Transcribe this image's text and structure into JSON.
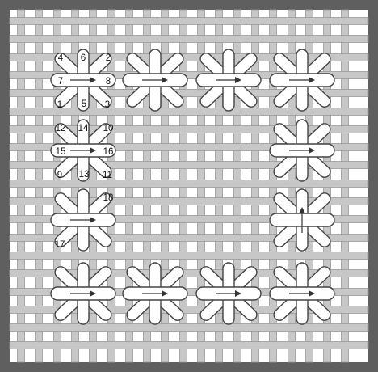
{
  "colors": {
    "frame": "#5f5f5f",
    "canvas": "#ffffff",
    "thread_fill": "#c7c7c7",
    "thread_line": "#9a9a9a",
    "stitch_fill": "#ffffff",
    "stitch_line": "#444444",
    "arrow": "#333333",
    "label": "#111111"
  },
  "stitch_positions": [
    {
      "id": "stitch-0-0",
      "col": 0,
      "row": 0,
      "arrow": "right"
    },
    {
      "id": "stitch-1-0",
      "col": 1,
      "row": 0,
      "arrow": "right"
    },
    {
      "id": "stitch-2-0",
      "col": 2,
      "row": 0,
      "arrow": "right"
    },
    {
      "id": "stitch-3-0",
      "col": 3,
      "row": 0,
      "arrow": "right"
    },
    {
      "id": "stitch-0-1",
      "col": 0,
      "row": 1,
      "arrow": "right"
    },
    {
      "id": "stitch-3-1",
      "col": 3,
      "row": 1,
      "arrow": "right"
    },
    {
      "id": "stitch-0-2",
      "col": 0,
      "row": 2,
      "arrow": "right"
    },
    {
      "id": "stitch-3-2",
      "col": 3,
      "row": 2,
      "arrow": "up"
    },
    {
      "id": "stitch-0-3",
      "col": 0,
      "row": 3,
      "arrow": "right"
    },
    {
      "id": "stitch-1-3",
      "col": 1,
      "row": 3,
      "arrow": "right"
    },
    {
      "id": "stitch-2-3",
      "col": 2,
      "row": 3,
      "arrow": "right"
    },
    {
      "id": "stitch-3-3",
      "col": 3,
      "row": 3,
      "arrow": "right"
    }
  ],
  "labels": [
    {
      "text": "4",
      "stitch": "stitch-0-0",
      "pos": "tl"
    },
    {
      "text": "6",
      "stitch": "stitch-0-0",
      "pos": "tc"
    },
    {
      "text": "2",
      "stitch": "stitch-0-0",
      "pos": "tr"
    },
    {
      "text": "7",
      "stitch": "stitch-0-0",
      "pos": "ml"
    },
    {
      "text": "8",
      "stitch": "stitch-0-0",
      "pos": "mr"
    },
    {
      "text": "1",
      "stitch": "stitch-0-0",
      "pos": "bl"
    },
    {
      "text": "5",
      "stitch": "stitch-0-0",
      "pos": "bc"
    },
    {
      "text": "3",
      "stitch": "stitch-0-0",
      "pos": "br"
    },
    {
      "text": "12",
      "stitch": "stitch-0-1",
      "pos": "tl"
    },
    {
      "text": "14",
      "stitch": "stitch-0-1",
      "pos": "tc"
    },
    {
      "text": "10",
      "stitch": "stitch-0-1",
      "pos": "tr"
    },
    {
      "text": "15",
      "stitch": "stitch-0-1",
      "pos": "ml"
    },
    {
      "text": "16",
      "stitch": "stitch-0-1",
      "pos": "mr"
    },
    {
      "text": "9",
      "stitch": "stitch-0-1",
      "pos": "bl"
    },
    {
      "text": "13",
      "stitch": "stitch-0-1",
      "pos": "bc"
    },
    {
      "text": "11",
      "stitch": "stitch-0-1",
      "pos": "br"
    },
    {
      "text": "18",
      "stitch": "stitch-0-2",
      "pos": "tr"
    },
    {
      "text": "17",
      "stitch": "stitch-0-2",
      "pos": "bl"
    }
  ]
}
